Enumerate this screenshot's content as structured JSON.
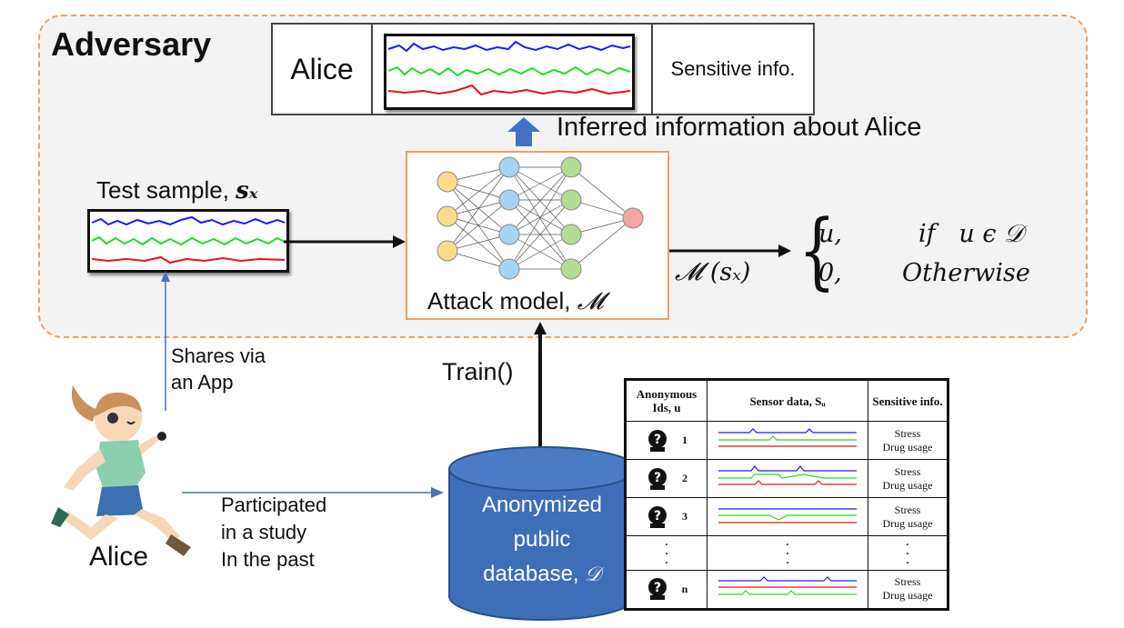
{
  "adversary": {
    "title": "Adversary"
  },
  "alice_row": {
    "name": "Alice",
    "info": "Sensitive info."
  },
  "inferred_label": "Inferred information about Alice",
  "test_sample": {
    "label": "Test sample, ",
    "symbol": "sₓ"
  },
  "attack_model": {
    "label": "Attack model, ",
    "symbol": "𝓜"
  },
  "output": {
    "model_output": "𝓜 (sₓ)",
    "case1_value": "u,",
    "case1_cond": "if   u ϵ 𝒟",
    "case2_value": "0,",
    "case2_cond": "Otherwise"
  },
  "shares": {
    "line1": "Shares via",
    "line2": "an App"
  },
  "train_label": "Train()",
  "participated": {
    "line1": "Participated",
    "line2": "in a study",
    "line3": "In the past"
  },
  "alice_label": "Alice",
  "database": {
    "line1": "Anonymized",
    "line2": "public",
    "line3": "database, ",
    "symbol": "𝒟"
  },
  "table": {
    "headers": {
      "ids": "Anonymous Ids, u",
      "sensor": "Sensor data,   Sᵤ",
      "info": "Sensitive info."
    },
    "rows": [
      {
        "id": "1",
        "info1": "Stress",
        "info2": "Drug usage"
      },
      {
        "id": "2",
        "info1": "Stress",
        "info2": "Drug usage"
      },
      {
        "id": "3",
        "info1": "Stress",
        "info2": "Drug usage"
      },
      {
        "id": "n",
        "info1": "Stress",
        "info2": "Drug usage"
      }
    ]
  },
  "colors": {
    "blue": "#1a1aff",
    "green": "#22dd22",
    "red": "#ee1111",
    "orange_border": "#f0a060",
    "arrow_blue": "#4472c4",
    "db_blue": "#3d6fb8"
  }
}
